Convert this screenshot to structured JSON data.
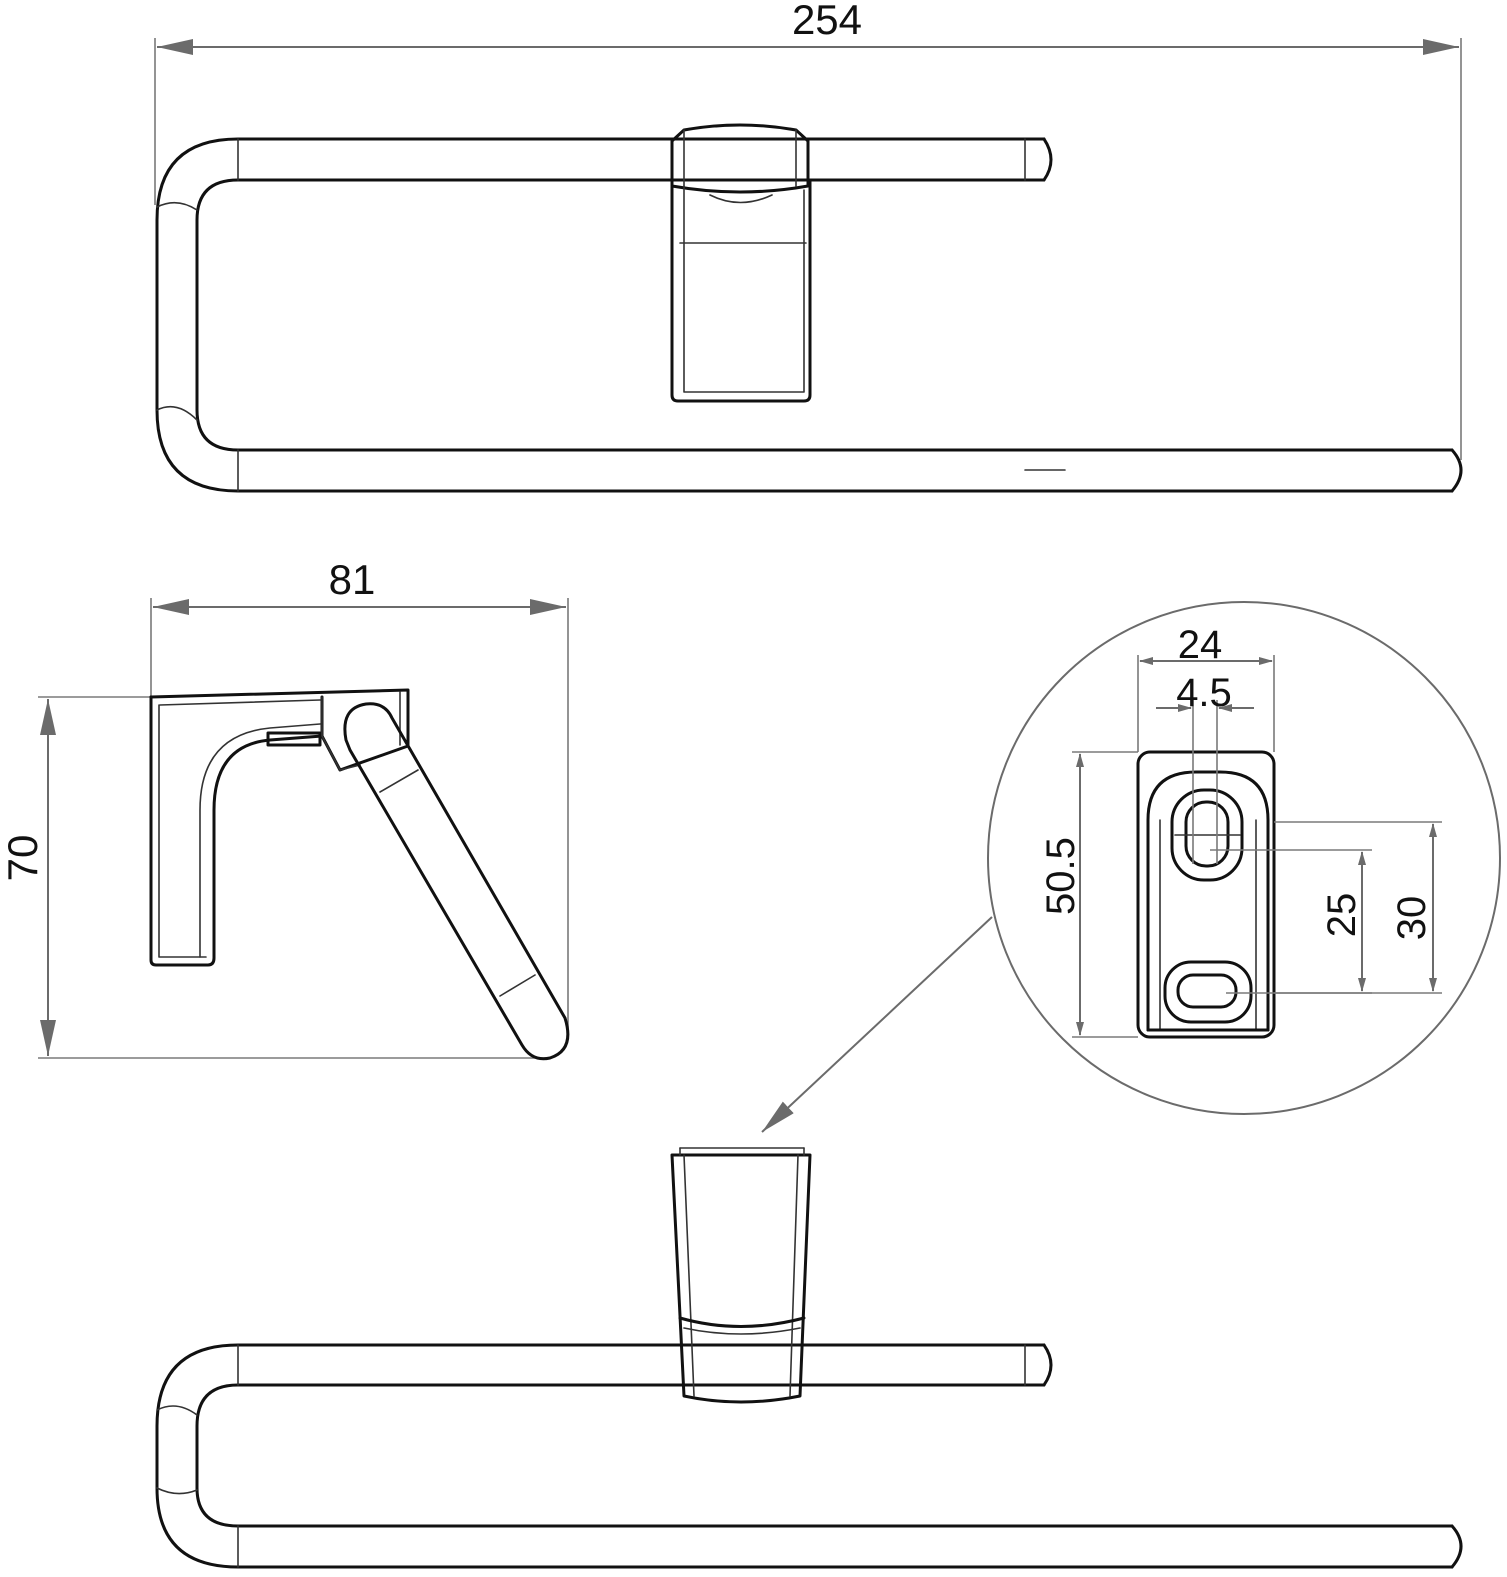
{
  "dimensions": {
    "overall_width": "254",
    "depth": "81",
    "height": "70",
    "bracket_width": "24",
    "slot_width": "4.5",
    "bracket_height": "50.5",
    "hole_spacing": "25",
    "hole_to_bottom": "30"
  },
  "colors": {
    "object_line": "#111111",
    "dimension_line": "#6b6b6b",
    "background": "#ffffff"
  }
}
